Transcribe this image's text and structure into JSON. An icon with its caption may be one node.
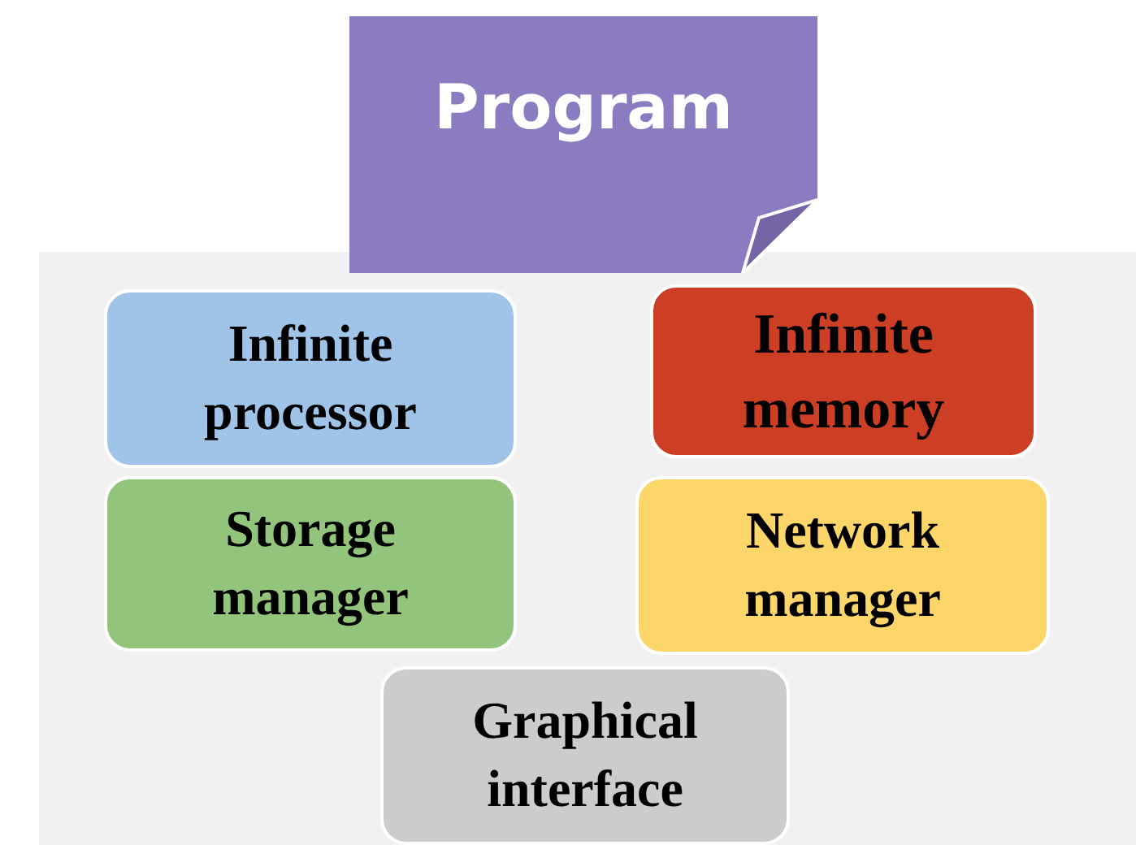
{
  "diagram": {
    "nodes": [
      {
        "text": [
          "Program"
        ]
      },
      {
        "text": [],
        "shape": "box"
      },
      {
        "text": [
          "Infinite processor"
        ],
        "in": 1
      },
      {
        "text": [
          "Infinite memory"
        ],
        "in": 1
      },
      {
        "text": [
          "Storage manager"
        ],
        "in": 1
      },
      {
        "text": [
          "Network manager"
        ],
        "in": 1
      },
      {
        "text": [
          "Graphical interface"
        ],
        "in": 1
      }
    ]
  }
}
